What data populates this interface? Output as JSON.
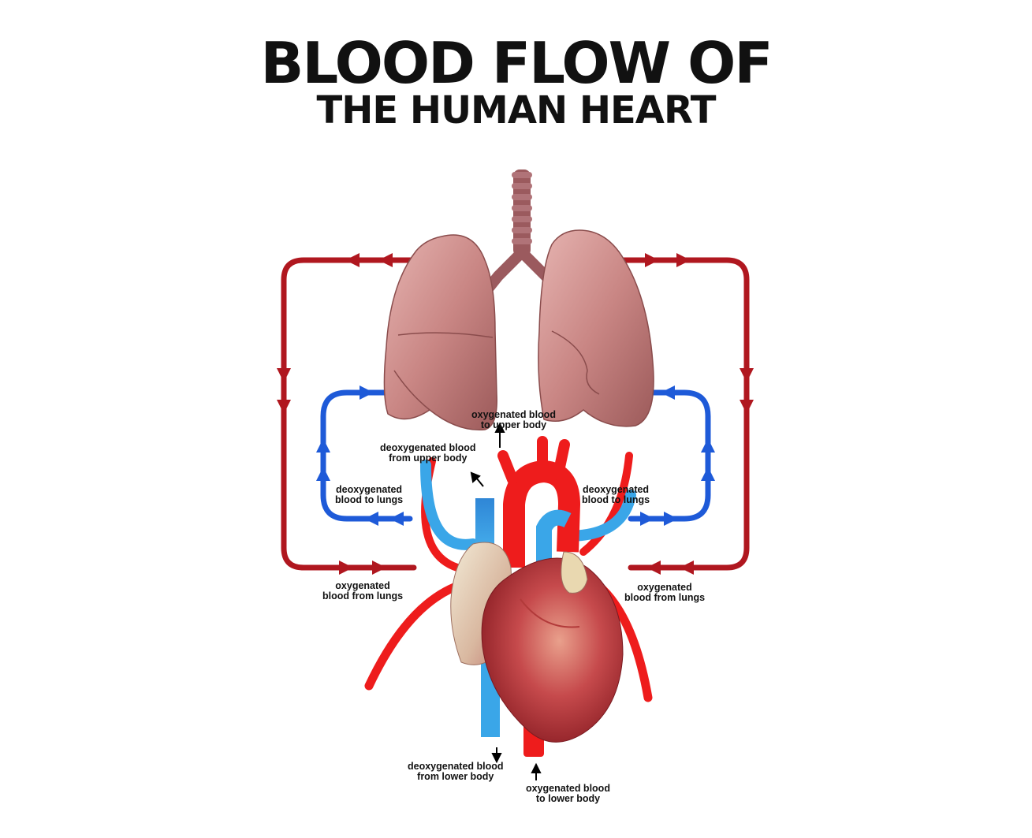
{
  "title": {
    "line1": "BLOOD FLOW OF",
    "line2": "THE HUMAN HEART"
  },
  "labels": {
    "oxy_upper_1": "oxygenated blood",
    "oxy_upper_2": "to upper body",
    "deoxy_upper_1": "deoxygenated blood",
    "deoxy_upper_2": "from upper body",
    "deoxy_lungs_left_1": "deoxygenated",
    "deoxy_lungs_left_2": "blood to lungs",
    "deoxy_lungs_right_1": "deoxygenated",
    "deoxy_lungs_right_2": "blood to lungs",
    "oxy_from_lungs_left_1": "oxygenated",
    "oxy_from_lungs_left_2": "blood from lungs",
    "oxy_from_lungs_right_1": "oxygenated",
    "oxy_from_lungs_right_2": "blood from lungs",
    "deoxy_lower_1": "deoxygenated blood",
    "deoxy_lower_2": "from lower body",
    "oxy_lower_1": "oxygenated blood",
    "oxy_lower_2": "to lower body"
  },
  "colors": {
    "oxygenated": "#b0171f",
    "deoxygenated": "#1e5ad8",
    "lung": "#c88484",
    "heart": "#c9474c",
    "artery": "#ee1c1c",
    "vein": "#3aa6e8"
  }
}
